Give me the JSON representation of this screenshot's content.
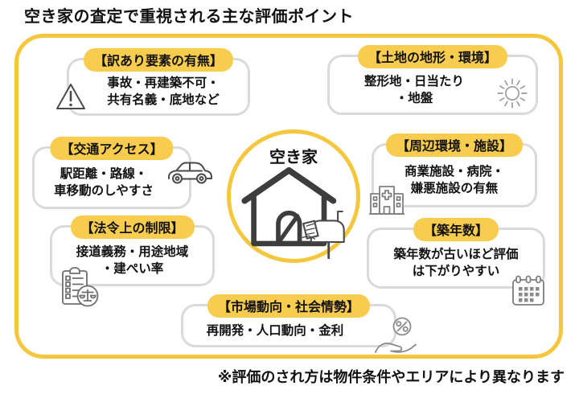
{
  "title": "空き家の査定で重視される主な評価ポイント",
  "footnote": "※評価のされ方は物件条件やエリアにより異なります",
  "center": {
    "label": "空き家",
    "icon": "vacant-house-with-mailbox-icon"
  },
  "colors": {
    "accent_yellow": "#F5C73E",
    "header_pill_yellow": "#F8CC4F",
    "box_border_gray": "#DADADA",
    "icon_dark": "#4A4A4A",
    "icon_gray": "#7E7E7E",
    "text": "#111111"
  },
  "boxes": [
    {
      "id": "defect",
      "header": "【訳あり要素の有無】",
      "line1": "事故・再建築不可・",
      "line2": "共有名義・底地など",
      "icon": "warning-triangle-icon"
    },
    {
      "id": "land",
      "header": "【土地の地形・環境】",
      "line1": "整形地・日当たり",
      "line2": "・地盤",
      "icon": "sun-icon"
    },
    {
      "id": "traffic",
      "header": "【交通アクセス】",
      "line1": "駅距離・路線・",
      "line2": "車移動のしやすさ",
      "icon": "car-icon"
    },
    {
      "id": "surround",
      "header": "【周辺環境・施設】",
      "line1": "商業施設・病院・",
      "line2": "嫌悪施設の有無",
      "icon": "hospital-icon"
    },
    {
      "id": "legal",
      "header": "【法令上の制限】",
      "line1": "接道義務・用途地域",
      "line2": "・建ぺい率",
      "icon": "clipboard-scales-icon"
    },
    {
      "id": "age",
      "header": "【築年数】",
      "line1": "築年数が古いほど評価",
      "line2": "は下がりやすい",
      "icon": "calendar-icon"
    },
    {
      "id": "market",
      "header": "【市場動向・社会情勢】",
      "line1": "再開発・人口動向・金利",
      "line2": "",
      "icon": "hand-percent-icon"
    }
  ]
}
